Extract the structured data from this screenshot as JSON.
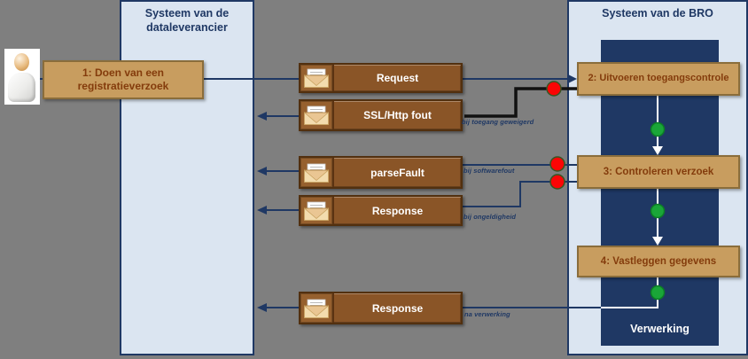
{
  "panels": {
    "left": {
      "title": "Systeem van de dataleverancier"
    },
    "right": {
      "title": "Systeem van de BRO",
      "process_label": "Verwerking"
    }
  },
  "steps": [
    {
      "label": "1: Doen van een registratieverzoek"
    },
    {
      "label": "2: Uitvoeren toegangscontrole"
    },
    {
      "label": "3: Controleren verzoek"
    },
    {
      "label": "4: Vastleggen gegevens"
    }
  ],
  "messages": [
    {
      "label": "Request"
    },
    {
      "label": "SSL/Http fout",
      "note": "bij toegang geweigerd"
    },
    {
      "label": "parseFault",
      "note": "bij softwarefout"
    },
    {
      "label": "Response",
      "note": "bij ongeldigheid"
    },
    {
      "label": "Response",
      "note": "na verwerking"
    }
  ],
  "icons": {
    "actor": "person-icon",
    "message": "envelope-icon",
    "success_marker": "green-dot",
    "failure_marker": "red-dot"
  },
  "colors": {
    "background": "#7f7f7f",
    "panel_fill": "#dbe5f1",
    "navy": "#1f3864",
    "step_fill": "#c89d5f",
    "step_border": "#8a6d3b",
    "step_text": "#843c0c",
    "message_fill": "#8a5527",
    "message_border": "#52300f",
    "red_dot": "#fb0505",
    "green_dot": "#1aa638",
    "error_line": "#111111"
  }
}
